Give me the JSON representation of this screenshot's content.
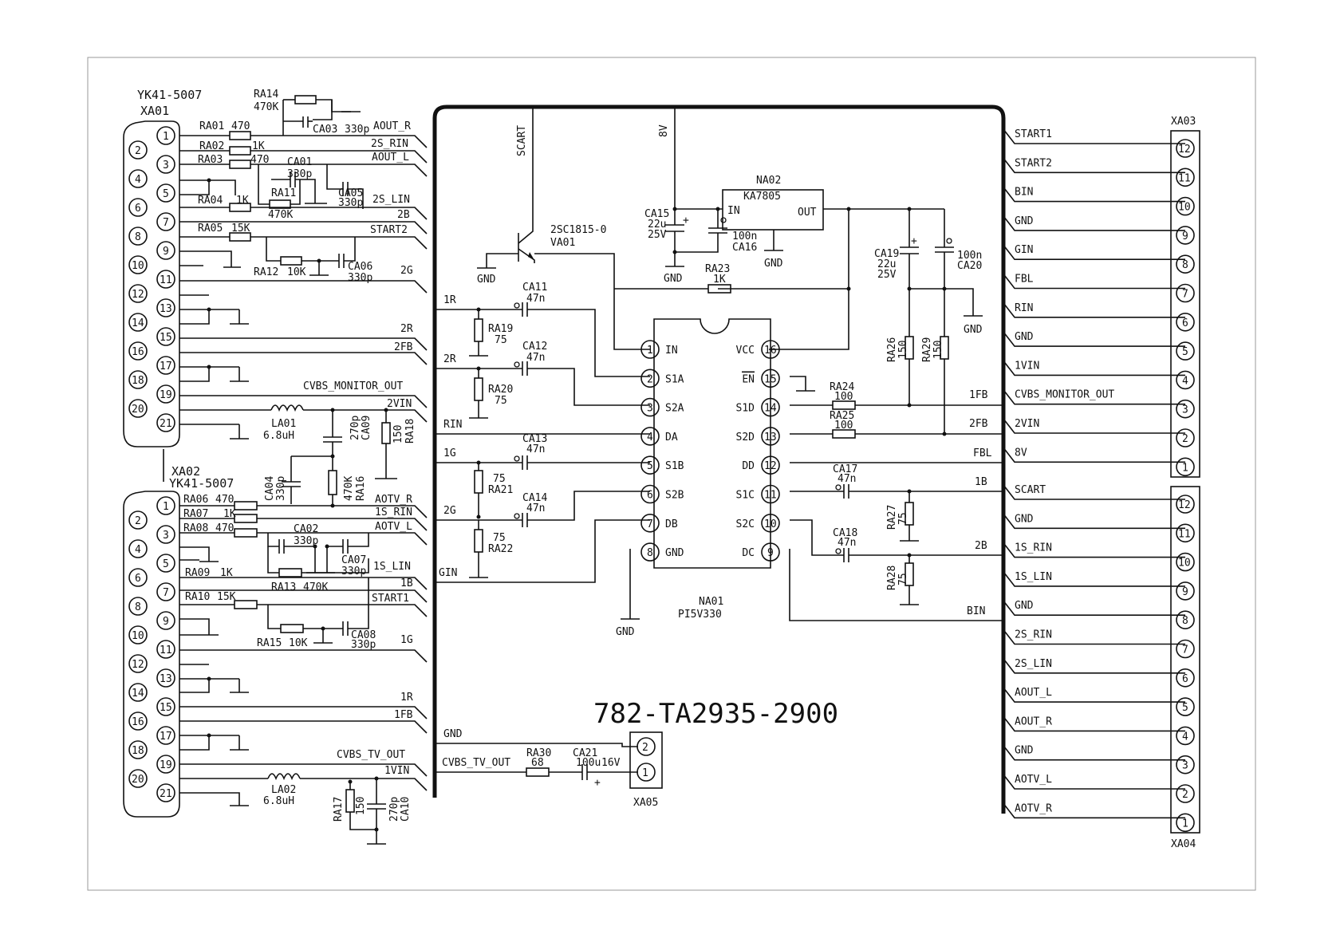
{
  "title": "782-TA2935-2900",
  "xa01": {
    "ref": "XA01",
    "part": "YK41-5007",
    "pins": [
      "1",
      "2",
      "3",
      "4",
      "5",
      "6",
      "7",
      "8",
      "9",
      "10",
      "11",
      "12",
      "13",
      "14",
      "15",
      "16",
      "17",
      "18",
      "19",
      "20",
      "21"
    ],
    "resistors": [
      {
        "ref": "RA01",
        "val": "470"
      },
      {
        "ref": "RA02",
        "val": "1K"
      },
      {
        "ref": "RA03",
        "val": "470"
      },
      {
        "ref": "RA04",
        "val": "1K"
      },
      {
        "ref": "RA05",
        "val": "15K"
      },
      {
        "ref": "RA11",
        "val": "470K"
      },
      {
        "ref": "RA12",
        "val": "10K"
      },
      {
        "ref": "RA14",
        "val": "470K"
      },
      {
        "ref": "RA18",
        "val": "150"
      },
      {
        "ref": "RA16",
        "val": "470K"
      }
    ],
    "caps": [
      {
        "ref": "CA03",
        "val": "330p"
      },
      {
        "ref": "CA01",
        "val": "330p"
      },
      {
        "ref": "CA05",
        "val": "330p"
      },
      {
        "ref": "CA06",
        "val": "330p"
      },
      {
        "ref": "CA09",
        "val": "270p"
      },
      {
        "ref": "CA04",
        "val": "330p"
      }
    ],
    "inductor": {
      "ref": "LA01",
      "val": "6.8uH"
    },
    "nets": [
      "AOUT_R",
      "2S_RIN",
      "AOUT_L",
      "2S_LIN",
      "2B",
      "START2",
      "2G",
      "2R",
      "2FB",
      "CVBS_MONITOR_OUT",
      "2VIN"
    ]
  },
  "xa02": {
    "ref": "XA02",
    "part": "YK41-5007",
    "pins": [
      "1",
      "2",
      "3",
      "4",
      "5",
      "6",
      "7",
      "8",
      "9",
      "10",
      "11",
      "12",
      "13",
      "14",
      "15",
      "16",
      "17",
      "18",
      "19",
      "20",
      "21"
    ],
    "resistors": [
      {
        "ref": "RA06",
        "val": "470"
      },
      {
        "ref": "RA07",
        "val": "1K"
      },
      {
        "ref": "RA08",
        "val": "470"
      },
      {
        "ref": "RA09",
        "val": "1K"
      },
      {
        "ref": "RA13",
        "val": "470K"
      },
      {
        "ref": "RA10",
        "val": "15K"
      },
      {
        "ref": "RA15",
        "val": "10K"
      },
      {
        "ref": "RA17",
        "val": "150"
      }
    ],
    "caps": [
      {
        "ref": "CA02",
        "val": "330p"
      },
      {
        "ref": "CA07",
        "val": "330p"
      },
      {
        "ref": "CA08",
        "val": "330p"
      },
      {
        "ref": "CA10",
        "val": "270p"
      }
    ],
    "inductor": {
      "ref": "LA02",
      "val": "6.8uH"
    },
    "nets": [
      "AOTV_R",
      "1S_RIN",
      "AOTV_L",
      "1S_LIN",
      "1B",
      "START1",
      "1G",
      "1R",
      "1FB",
      "CVBS_TV_OUT",
      "1VIN"
    ]
  },
  "na01": {
    "ref": "NA01",
    "part": "PI5V330",
    "left_pins": [
      {
        "n": "1",
        "name": "IN"
      },
      {
        "n": "2",
        "name": "S1A"
      },
      {
        "n": "3",
        "name": "S2A"
      },
      {
        "n": "4",
        "name": "DA"
      },
      {
        "n": "5",
        "name": "S1B"
      },
      {
        "n": "6",
        "name": "S2B"
      },
      {
        "n": "7",
        "name": "DB"
      },
      {
        "n": "8",
        "name": "GND"
      }
    ],
    "right_pins": [
      {
        "n": "16",
        "name": "VCC"
      },
      {
        "n": "15",
        "name": "EN"
      },
      {
        "n": "14",
        "name": "S1D"
      },
      {
        "n": "13",
        "name": "S2D"
      },
      {
        "n": "12",
        "name": "DD"
      },
      {
        "n": "11",
        "name": "S1C"
      },
      {
        "n": "10",
        "name": "S2C"
      },
      {
        "n": "9",
        "name": "DC"
      }
    ]
  },
  "na02": {
    "ref": "NA02",
    "part": "KA7805",
    "pin_in": "IN",
    "pin_out": "OUT"
  },
  "va01": {
    "ref": "VA01",
    "part": "2SC1815-0"
  },
  "mid_parts": {
    "rin_nets": [
      "1R",
      "2R",
      "RIN",
      "1G",
      "2G",
      "GIN"
    ],
    "r19": {
      "ref": "RA19",
      "val": "75"
    },
    "r20": {
      "ref": "RA20",
      "val": "75"
    },
    "r21": {
      "ref": "RA21",
      "val": "75"
    },
    "r22": {
      "ref": "RA22",
      "val": "75"
    },
    "c11": {
      "ref": "CA11",
      "val": "47n"
    },
    "c12": {
      "ref": "CA12",
      "val": "47n"
    },
    "c13": {
      "ref": "CA13",
      "val": "47n"
    },
    "c14": {
      "ref": "CA14",
      "val": "47n"
    },
    "c15": {
      "ref": "CA15",
      "val": "22u",
      "v": "25V"
    },
    "c16": {
      "ref": "CA16",
      "val": "100n"
    },
    "c19": {
      "ref": "CA19",
      "val": "22u",
      "v": "25V"
    },
    "c20": {
      "ref": "CA20",
      "val": "100n"
    },
    "c17": {
      "ref": "CA17",
      "val": "47n"
    },
    "c18": {
      "ref": "CA18",
      "val": "47n"
    },
    "r23": {
      "ref": "RA23",
      "val": "1K"
    },
    "r24": {
      "ref": "RA24",
      "val": "100"
    },
    "r25": {
      "ref": "RA25",
      "val": "100"
    },
    "r26": {
      "ref": "RA26",
      "val": "150"
    },
    "r29": {
      "ref": "RA29",
      "val": "150"
    },
    "r27": {
      "ref": "RA27",
      "val": "75"
    },
    "r28": {
      "ref": "RA28",
      "val": "75"
    },
    "r30": {
      "ref": "RA30",
      "val": "68"
    },
    "c21": {
      "ref": "CA21",
      "val": "100u",
      "v": "16V"
    },
    "scart": "SCART",
    "v8": "8V",
    "gnd": "GND",
    "out_nets": [
      "1FB",
      "2FB",
      "FBL",
      "1B",
      "2B",
      "BIN"
    ],
    "bottom_nets": [
      "GND",
      "CVBS_TV_OUT"
    ]
  },
  "xa05": {
    "ref": "XA05",
    "pins": [
      "2",
      "1"
    ]
  },
  "xa03": {
    "ref": "XA03",
    "signals": [
      "START1",
      "START2",
      "BIN",
      "GND",
      "GIN",
      "FBL",
      "RIN",
      "GND",
      "1VIN",
      "CVBS_MONITOR_OUT",
      "2VIN",
      "8V"
    ],
    "pins": [
      "12",
      "11",
      "10",
      "9",
      "8",
      "7",
      "6",
      "5",
      "4",
      "3",
      "2",
      "1"
    ]
  },
  "xa04": {
    "ref": "XA04",
    "signals": [
      "SCART",
      "GND",
      "1S_RIN",
      "1S_LIN",
      "GND",
      "2S_RIN",
      "2S_LIN",
      "AOUT_L",
      "AOUT_R",
      "GND",
      "AOTV_L",
      "AOTV_R"
    ],
    "pins": [
      "12",
      "11",
      "10",
      "9",
      "8",
      "7",
      "6",
      "5",
      "4",
      "3",
      "2",
      "1"
    ]
  }
}
